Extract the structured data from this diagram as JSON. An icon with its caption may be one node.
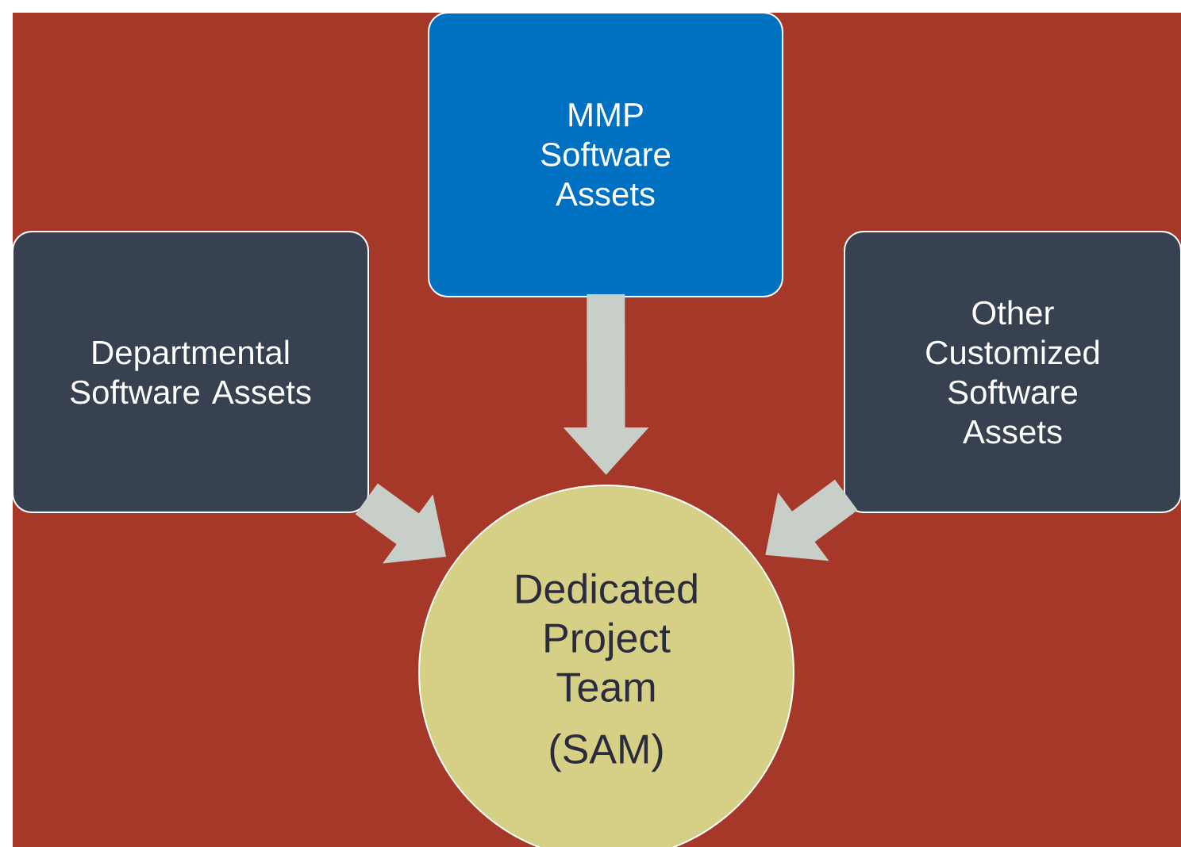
{
  "diagram": {
    "nodes": [
      {
        "text": [
          "MMP Software Assets"
        ]
      },
      {
        "text": [
          "Departmental Software Assets"
        ]
      },
      {
        "text": [
          "Other Customized Software Assets"
        ]
      },
      {
        "text": [
          "Dedicated Project Team",
          "(SAM)"
        ]
      }
    ],
    "edges": [
      {
        "from": 0,
        "to": 3,
        "arrow": "to"
      },
      {
        "from": 1,
        "to": 3,
        "arrow": "to"
      },
      {
        "from": 2,
        "to": 3,
        "arrow": "to"
      }
    ]
  }
}
